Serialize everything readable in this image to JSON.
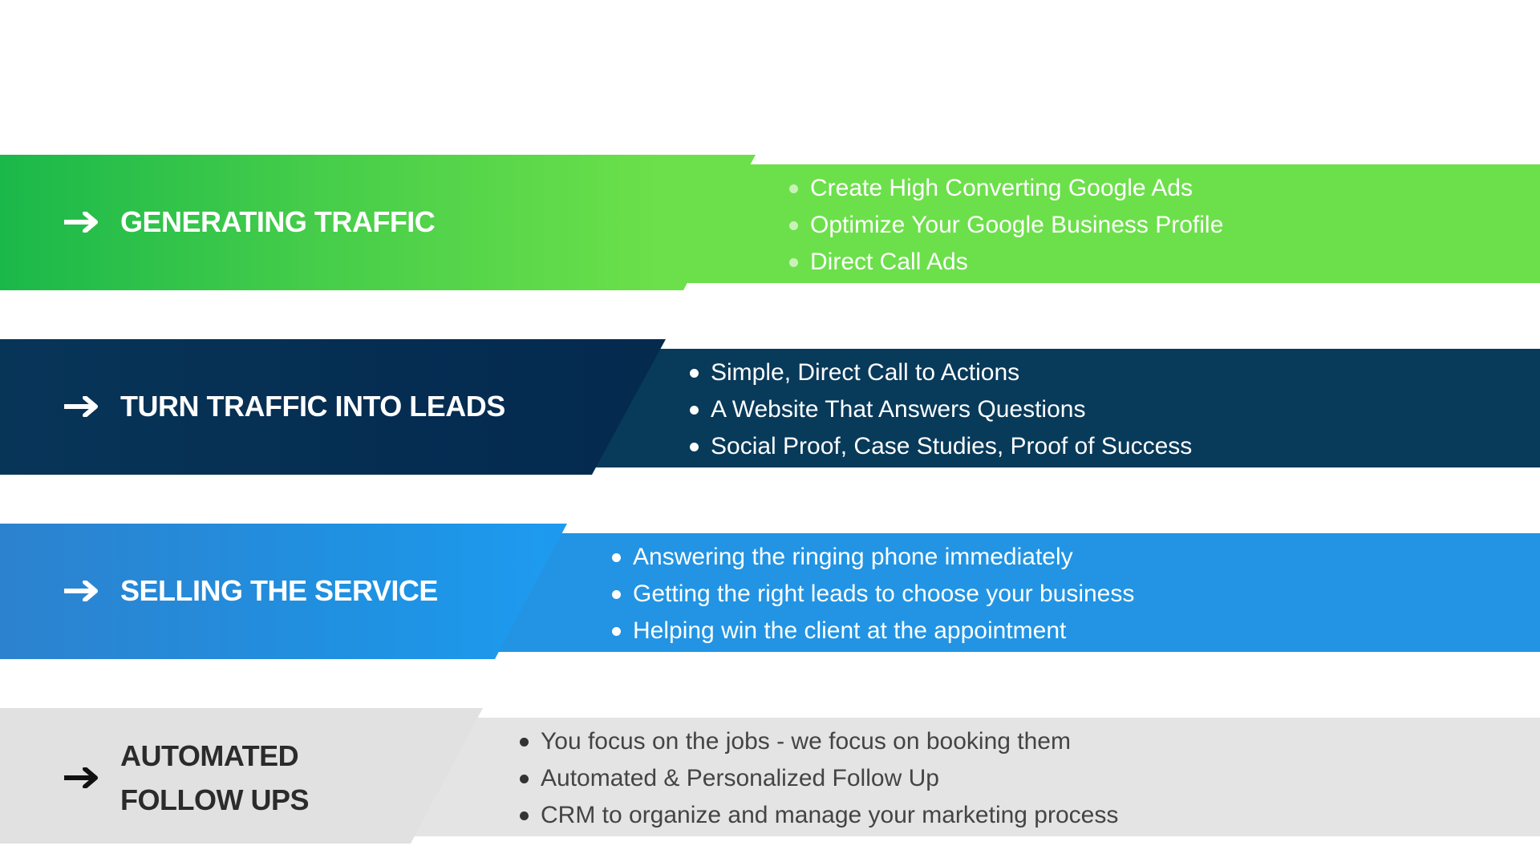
{
  "rows": [
    {
      "title": "GENERATING TRAFFIC",
      "arrow_icon": "right-arrow-icon",
      "colors": {
        "tab": "#1ab84a",
        "bar": "#6ce04a",
        "text": "#ffffff"
      },
      "bullets": [
        "Create High Converting Google Ads",
        "Optimize Your Google Business Profile",
        "Direct Call Ads"
      ]
    },
    {
      "title": "TURN TRAFFIC INTO LEADS",
      "arrow_icon": "right-arrow-icon",
      "colors": {
        "tab": "#052d52",
        "bar": "#083a5a",
        "text": "#ffffff"
      },
      "bullets": [
        "Simple, Direct Call to Actions",
        "A Website That Answers Questions",
        "Social Proof, Case Studies, Proof of Success"
      ]
    },
    {
      "title": "SELLING THE SERVICE",
      "arrow_icon": "right-arrow-icon",
      "colors": {
        "tab": "#2090e0",
        "bar": "#2294e3",
        "text": "#ffffff"
      },
      "bullets": [
        "Answering the ringing phone immediately",
        "Getting the right leads to choose your business",
        "Helping win the client at the appointment"
      ]
    },
    {
      "title_lines": [
        "AUTOMATED",
        "FOLLOW UPS"
      ],
      "arrow_icon": "right-arrow-icon",
      "colors": {
        "tab": "#e1e1e1",
        "bar": "#e4e4e4",
        "text": "#2b2b2b"
      },
      "bullets": [
        "You focus on the jobs - we focus on booking them",
        "Automated & Personalized Follow Up",
        "CRM to organize and manage your marketing process"
      ]
    }
  ]
}
